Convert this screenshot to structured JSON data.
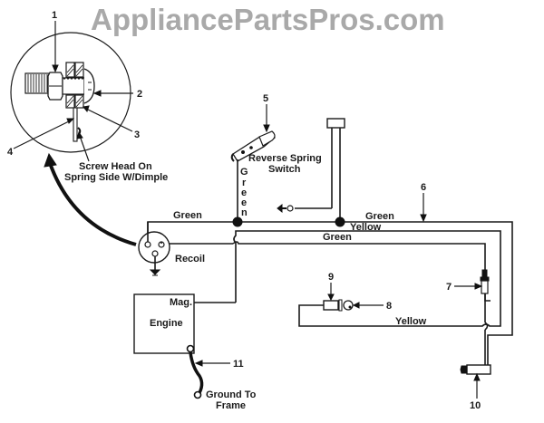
{
  "watermark": "AppliancePartsPros.com",
  "callouts": {
    "n1": "1",
    "n2": "2",
    "n3": "3",
    "n4": "4",
    "n5": "5",
    "n6": "6",
    "n7": "7",
    "n8": "8",
    "n9": "9",
    "n10": "10",
    "n11": "11"
  },
  "labels": {
    "screw_note_line1": "Screw Head On",
    "screw_note_line2": "Spring Side W/Dimple",
    "reverse_switch_line1": "Reverse Spring",
    "reverse_switch_line2": "Switch",
    "recoil": "Recoil",
    "mag": "Mag.",
    "engine": "Engine",
    "ground_line1": "Ground To",
    "ground_line2": "Frame"
  },
  "wire_labels": {
    "green_left": "Green",
    "green_vertical": [
      "G",
      "r",
      "e",
      "e",
      "n"
    ],
    "green_top_right": "Green",
    "yellow_top": "Yellow",
    "green_middle": "Green",
    "yellow_bottom": "Yellow"
  },
  "colors": {
    "line": "#1a1a1a",
    "watermark": "#a9a9a9",
    "background": "#ffffff"
  }
}
